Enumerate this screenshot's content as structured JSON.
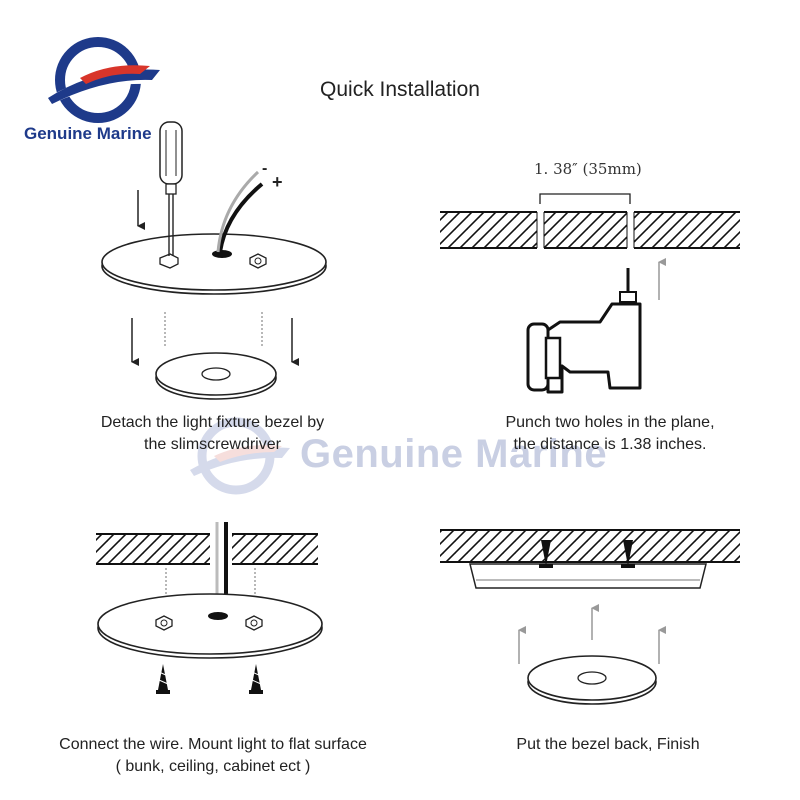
{
  "title": "Quick Installation",
  "brand": {
    "name": "Genuine Marine",
    "colors": {
      "navy": "#1e3a8a",
      "red": "#d8352a"
    }
  },
  "watermark": "Genuine Marine",
  "steps": [
    {
      "caption_line1": "Detach the light fixture bezel by",
      "caption_line2": "the slimscrewdriver"
    },
    {
      "caption_line1": "Punch two holes in the plane,",
      "caption_line2": "the distance is 1.38 inches.",
      "dimension": "1. 38″ (35mm)"
    },
    {
      "caption_line1": "Connect the wire. Mount  light to flat surface",
      "caption_line2": "( bunk, ceiling, cabinet ect  )"
    },
    {
      "caption_line1": "Put the bezel back,  Finish",
      "caption_line2": ""
    }
  ],
  "wire_polarity": {
    "negative": "-",
    "positive": "+"
  }
}
